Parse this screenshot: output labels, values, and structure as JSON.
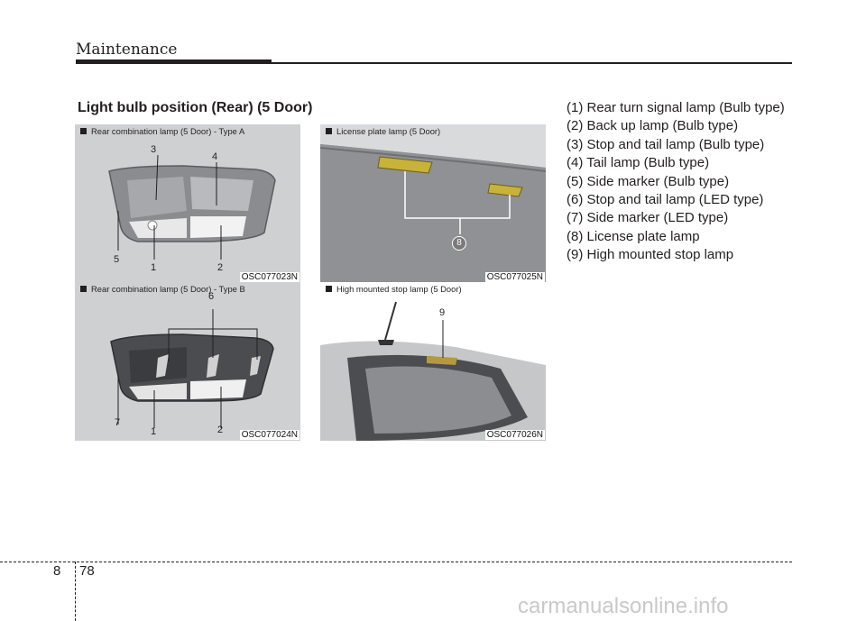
{
  "header": {
    "section": "Maintenance"
  },
  "heading": "Light bulb position (Rear) (5 Door)",
  "panels": {
    "type_a": {
      "caption": "Rear combination lamp (5 Door) - Type A",
      "code": "OSC077023N",
      "callouts": [
        "3",
        "4",
        "5",
        "1",
        "2"
      ]
    },
    "license": {
      "caption": "License plate lamp (5 Door)",
      "code": "OSC077025N",
      "callout": "8"
    },
    "type_b": {
      "caption": "Rear combination lamp (5 Door) - Type B",
      "code": "OSC077024N",
      "callouts": [
        "6",
        "7",
        "1",
        "2"
      ]
    },
    "stop": {
      "caption": "High mounted stop lamp (5 Door)",
      "code": "OSC077026N",
      "callout": "9"
    }
  },
  "legend": [
    "(1) Rear turn signal lamp (Bulb type)",
    "(2) Back up lamp (Bulb type)",
    "(3) Stop and tail lamp (Bulb type)",
    "(4) Tail lamp (Bulb type)",
    "(5) Side marker (Bulb type)",
    "(6) Stop and tail lamp (LED type)",
    "(7) Side marker (LED type)",
    "(8) License plate lamp",
    "(9) High mounted stop lamp"
  ],
  "footer": {
    "chapter": "8",
    "page": "78"
  },
  "watermark": "carmanualsonline.info"
}
